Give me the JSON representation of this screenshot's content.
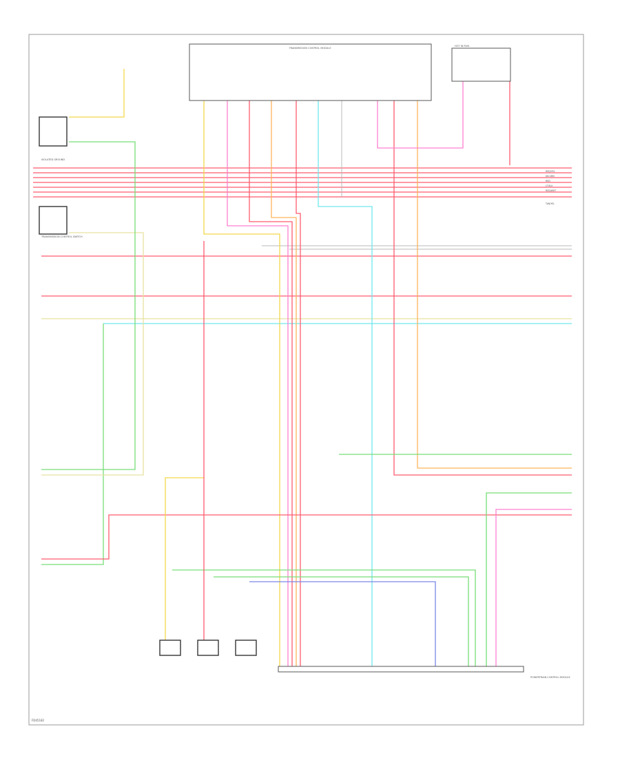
{
  "diagram": {
    "code": "FD45182",
    "blocks": {
      "tcm": "TRANSMISSION CONTROL MODULE",
      "tcs": "TRANSMISSION CONTROL SWITCH",
      "pcm": "POWERTRAIN CONTROL MODULE",
      "isolated_ground": "ISOLATED GROUND",
      "hot_in_run": "HOT IN RUN"
    },
    "bus_right_labels": [
      "RED/YEL",
      "DK GRN",
      "RED",
      "LT BLU",
      "RED/WHT",
      "TAN/YEL"
    ],
    "colors": {
      "red": "#ff5a6e",
      "pink": "#ff7fd0",
      "yellow": "#f2d84a",
      "orange": "#ffb45a",
      "cyan": "#6ee8ee",
      "green": "#77dd77",
      "blue": "#7a86e8",
      "gray": "#b8b8b8",
      "lightyellow": "#e8e2a0"
    }
  }
}
